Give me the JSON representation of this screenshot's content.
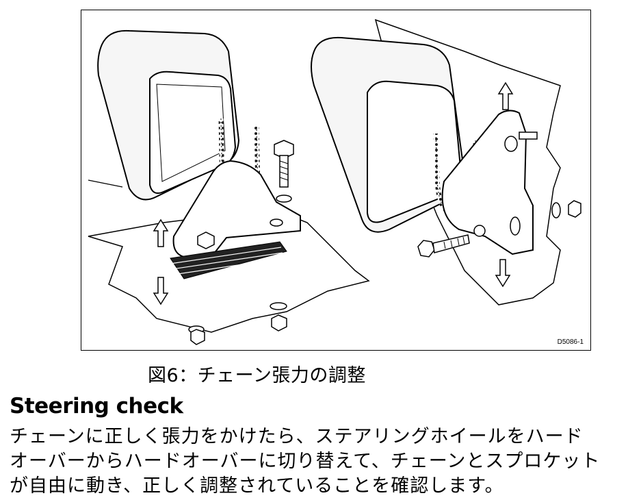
{
  "figure": {
    "code": "D5086-1"
  },
  "caption": "図6：チェーン張力の調整",
  "section": {
    "heading": "Steering check",
    "body_lines": [
      "チェーンに正しく張力をかけたら、ステアリングホイールをハード",
      "オーバーからハードオーバーに切り替えて、チェーンとスプロケット",
      "が自由に動き、正しく調整されていることを確認します。"
    ]
  }
}
